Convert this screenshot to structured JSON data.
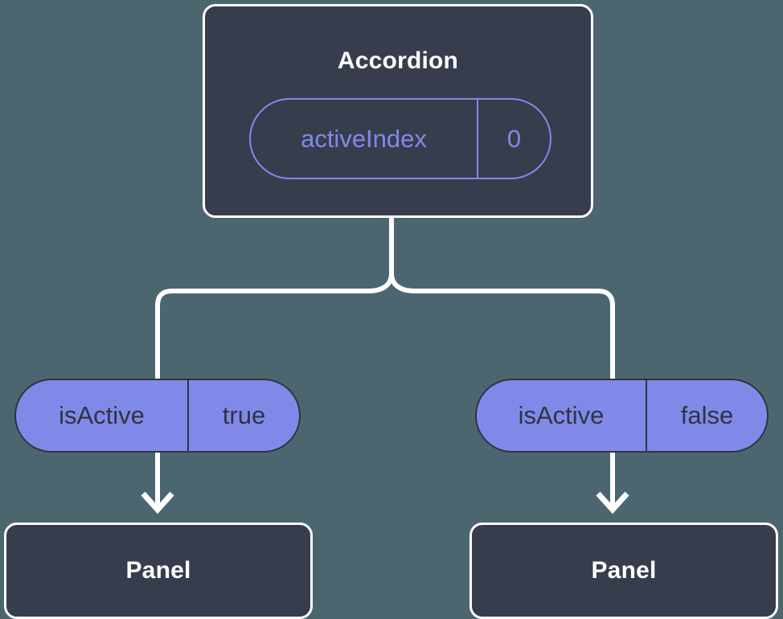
{
  "diagram": {
    "type": "component-tree",
    "background_color": "#4c6670",
    "node_fill": "#373d4d",
    "node_border": "#ffffff",
    "accent_color": "#8189e8",
    "pill_text_color": "#2e3440",
    "root": {
      "title": "Accordion",
      "state_pill": {
        "key": "activeIndex",
        "value": "0"
      }
    },
    "branches": [
      {
        "prop_pill": {
          "key": "isActive",
          "value": "true"
        },
        "child": {
          "title": "Panel"
        }
      },
      {
        "prop_pill": {
          "key": "isActive",
          "value": "false"
        },
        "child": {
          "title": "Panel"
        }
      }
    ]
  }
}
